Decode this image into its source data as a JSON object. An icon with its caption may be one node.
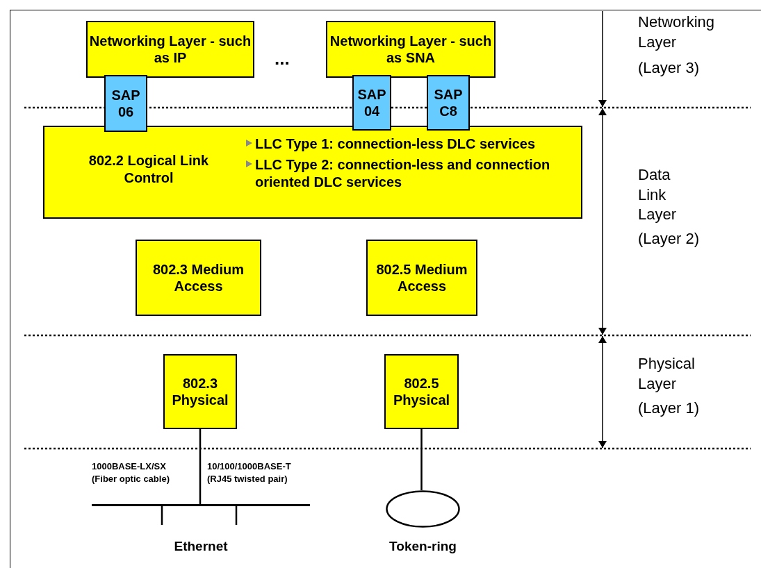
{
  "diagram": {
    "nodes": [
      {
        "text": [
          "Networking Layer - such as IP"
        ]
      },
      {
        "text": [
          "Networking Layer - such as SNA"
        ]
      },
      {
        "text": [
          "SAP 06"
        ]
      },
      {
        "text": [
          "SAP 04"
        ]
      },
      {
        "text": [
          "SAP C8"
        ]
      },
      {
        "text": [
          "802.2 Logical Link Control",
          "LLC Type 1: connection-less DLC services",
          "LLC Type 2: connection-less and connection oriented DLC services"
        ]
      },
      {
        "text": [
          "802.3 Medium Access"
        ]
      },
      {
        "text": [
          "802.5 Medium Access"
        ]
      },
      {
        "text": [
          "802.3 Physical"
        ]
      },
      {
        "text": [
          "802.5 Physical"
        ]
      },
      {
        "text": [],
        "shape": "bar",
        "beside": [
          "Ethernet"
        ]
      },
      {
        "text": [],
        "shape": "circle",
        "beside": [
          "Token-ring"
        ]
      }
    ],
    "edges": [
      {
        "from": 8,
        "to": 10,
        "arrow": "none"
      },
      {
        "from": 9,
        "to": 11,
        "arrow": "none"
      }
    ],
    "labels": [
      "...",
      "Networking Layer",
      "(Layer 3)",
      "Data Link Layer",
      "(Layer 2)",
      "Physical Layer",
      "(Layer 1)",
      "1000BASE-LX/SX",
      "(Fiber optic cable)",
      "10/100/1000BASE-T",
      "(RJ45 twisted pair)"
    ]
  }
}
